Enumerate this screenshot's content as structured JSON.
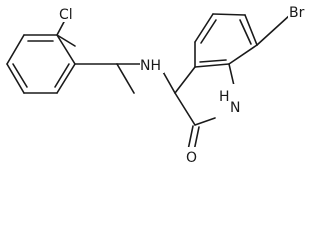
{
  "molecule": {
    "atom_labels": {
      "br": "Br",
      "cl": "Cl",
      "nh_amine": "NH",
      "nh_lactam": "H",
      "n_lactam": "N",
      "oxygen": "O"
    }
  },
  "colors": {
    "bond": "#1a1a1a",
    "background": "#ffffff"
  }
}
